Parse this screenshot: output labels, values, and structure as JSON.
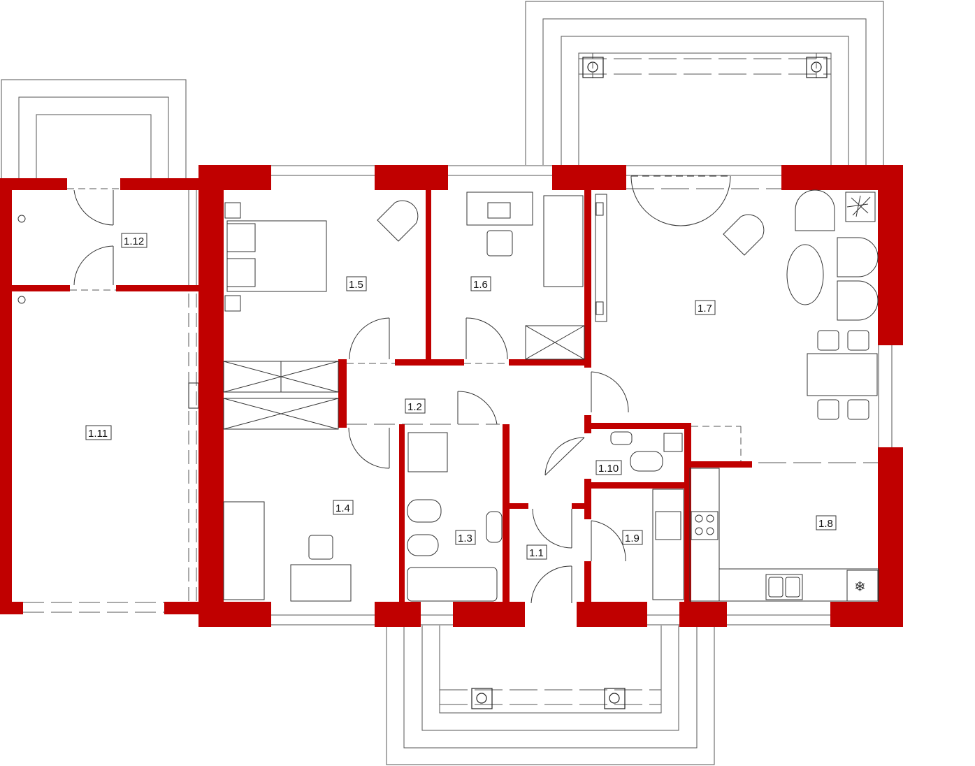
{
  "plan": {
    "wall_color": "#c00000",
    "line_color": "#4a4a4a",
    "rooms": [
      {
        "id": "room-1-1",
        "label": "1.1"
      },
      {
        "id": "room-1-2",
        "label": "1.2"
      },
      {
        "id": "room-1-3",
        "label": "1.3"
      },
      {
        "id": "room-1-4",
        "label": "1.4"
      },
      {
        "id": "room-1-5",
        "label": "1.5"
      },
      {
        "id": "room-1-6",
        "label": "1.6"
      },
      {
        "id": "room-1-7",
        "label": "1.7"
      },
      {
        "id": "room-1-8",
        "label": "1.8"
      },
      {
        "id": "room-1-9",
        "label": "1.9"
      },
      {
        "id": "room-1-10",
        "label": "1.10"
      },
      {
        "id": "room-1-11",
        "label": "1.11"
      },
      {
        "id": "room-1-12",
        "label": "1.12"
      }
    ]
  }
}
